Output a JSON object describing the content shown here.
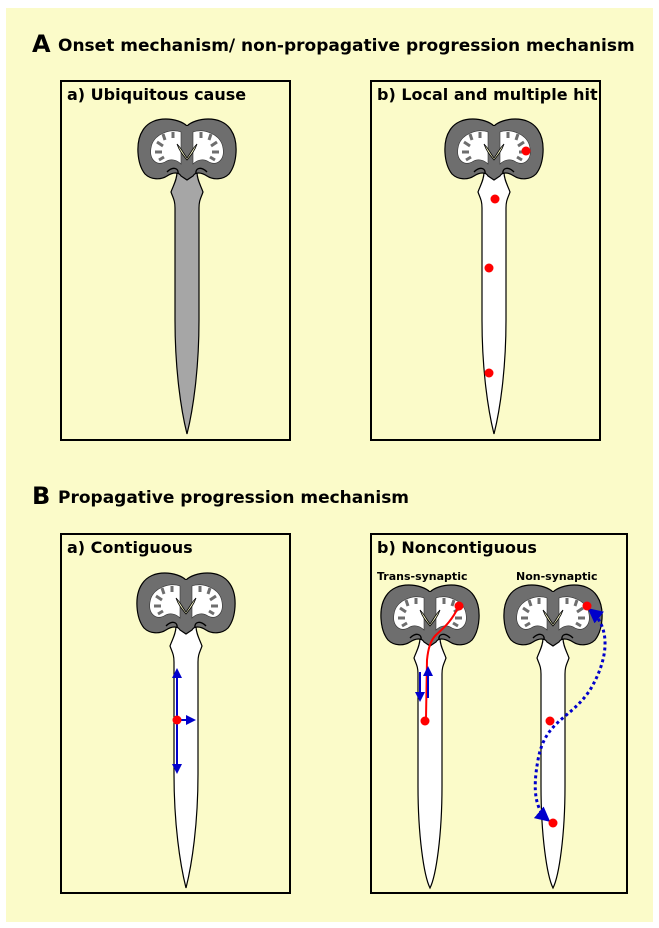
{
  "sections": {
    "A": {
      "letter": "A",
      "title": "Onset mechanism/ non-propagative progression mechanism"
    },
    "B": {
      "letter": "B",
      "title": "Propagative progression mechanism"
    }
  },
  "panels": {
    "a_ubiquitous": {
      "title": "a) Ubiquitous cause"
    },
    "b_local": {
      "title": "b) Local and multiple hit"
    },
    "a_contiguous": {
      "title": "a) Contiguous"
    },
    "b_noncontiguous": {
      "title": "b) Noncontiguous",
      "sub_left": "Trans-synaptic",
      "sub_right": "Non-synaptic"
    }
  },
  "colors": {
    "background": "#fbfbc9",
    "gray_matter": "#6e6e6e",
    "white_matter": "#ffffff",
    "spinal_filled": "#a6a6a6",
    "ventricle": "#fbfbc9",
    "lesion": "#ff0000",
    "arrow_blue": "#0000cc",
    "path_red": "#ff0000",
    "outline": "#000000"
  },
  "icons": [
    "brain-cns-icon",
    "lesion-dot-icon",
    "arrow-icon"
  ]
}
